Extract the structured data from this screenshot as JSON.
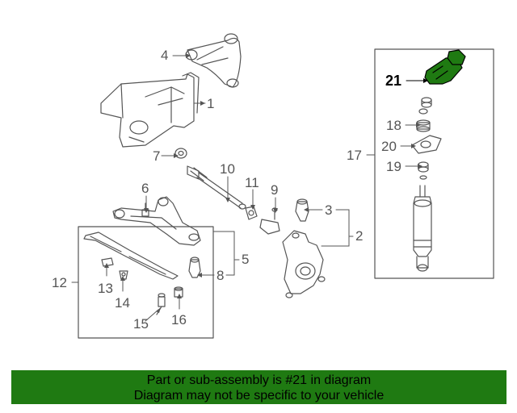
{
  "diagram": {
    "callouts": [
      {
        "id": "c1",
        "label": "1"
      },
      {
        "id": "c2",
        "label": "2"
      },
      {
        "id": "c3",
        "label": "3"
      },
      {
        "id": "c4",
        "label": "4"
      },
      {
        "id": "c5",
        "label": "5"
      },
      {
        "id": "c6",
        "label": "6"
      },
      {
        "id": "c7",
        "label": "7"
      },
      {
        "id": "c8",
        "label": "8"
      },
      {
        "id": "c9",
        "label": "9"
      },
      {
        "id": "c10",
        "label": "10"
      },
      {
        "id": "c11",
        "label": "11"
      },
      {
        "id": "c12",
        "label": "12"
      },
      {
        "id": "c13",
        "label": "13"
      },
      {
        "id": "c14",
        "label": "14"
      },
      {
        "id": "c15",
        "label": "15"
      },
      {
        "id": "c16",
        "label": "16"
      },
      {
        "id": "c17",
        "label": "17"
      },
      {
        "id": "c18",
        "label": "18"
      },
      {
        "id": "c19",
        "label": "19"
      },
      {
        "id": "c20",
        "label": "20"
      },
      {
        "id": "c21",
        "label": "21"
      }
    ],
    "highlighted_part": "21",
    "highlight_color": "#1f7a12"
  },
  "banner": {
    "line1": "Part or sub-assembly is #21 in diagram",
    "line2": "Diagram may not be specific to your vehicle",
    "background_color": "#1f7a12"
  }
}
